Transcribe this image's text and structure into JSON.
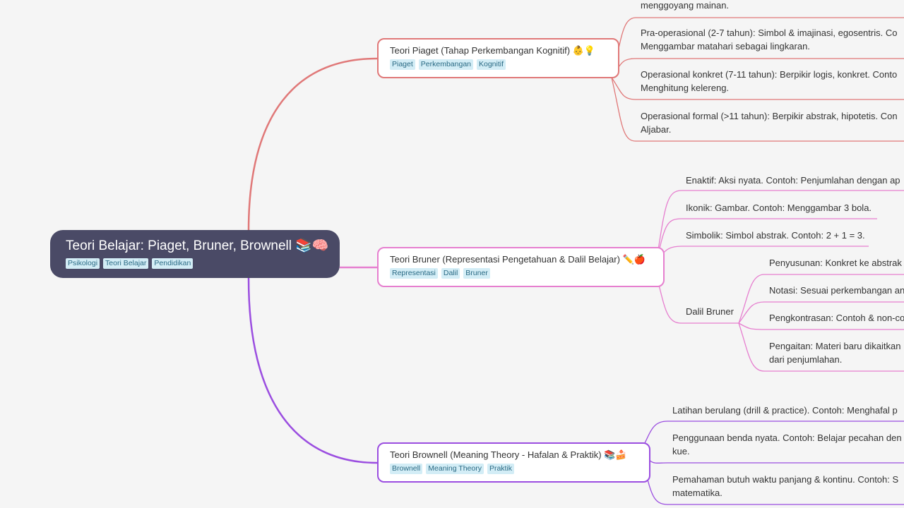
{
  "root": {
    "title": "Teori Belajar: Piaget, Bruner, Brownell 📚🧠",
    "tags": [
      "Psikologi",
      "Teori Belajar",
      "Pendidikan"
    ]
  },
  "branches": [
    {
      "title": "Teori Piaget (Tahap Perkembangan Kognitif) 👶💡",
      "tags": [
        "Piaget",
        "Perkembangan",
        "Kognitif"
      ],
      "color": "#e07878",
      "leaves": [
        "menggoyang mainan.",
        "Pra-operasional (2-7 tahun): Simbol & imajinasi, egosentris. Co",
        "Menggambar matahari sebagai lingkaran.",
        "Operasional konkret (7-11 tahun): Berpikir logis, konkret. Conto",
        "Menghitung kelereng.",
        "Operasional formal (>11 tahun): Berpikir abstrak, hipotetis. Con",
        "Aljabar."
      ]
    },
    {
      "title": "Teori Bruner (Representasi Pengetahuan & Dalil Belajar) ✏️🍎",
      "tags": [
        "Representasi",
        "Dalil",
        "Bruner"
      ],
      "color": "#e67fcf",
      "leaves": [
        "Enaktif: Aksi nyata. Contoh: Penjumlahan dengan ap",
        "Ikonik: Gambar. Contoh: Menggambar 3 bola.",
        "Simbolik: Simbol abstrak. Contoh: 2 + 1 = 3.",
        "Dalil Bruner"
      ],
      "subleaves": [
        "Penyusunan: Konkret ke abstrak",
        "Notasi: Sesuai perkembangan an",
        "Pengkontrasan: Contoh & non-co",
        "Pengaitan: Materi baru dikaitkan",
        "dari penjumlahan."
      ]
    },
    {
      "title": "Teori Brownell (Meaning Theory - Hafalan & Praktik) 📚🍰",
      "tags": [
        "Brownell",
        "Meaning Theory",
        "Praktik"
      ],
      "color": "#9b4ee0",
      "leaves": [
        "Latihan berulang (drill & practice). Contoh: Menghafal p",
        "Penggunaan benda nyata. Contoh: Belajar pecahan den",
        "kue.",
        "Pemahaman butuh waktu panjang & kontinu. Contoh: S",
        "matematika."
      ]
    }
  ]
}
